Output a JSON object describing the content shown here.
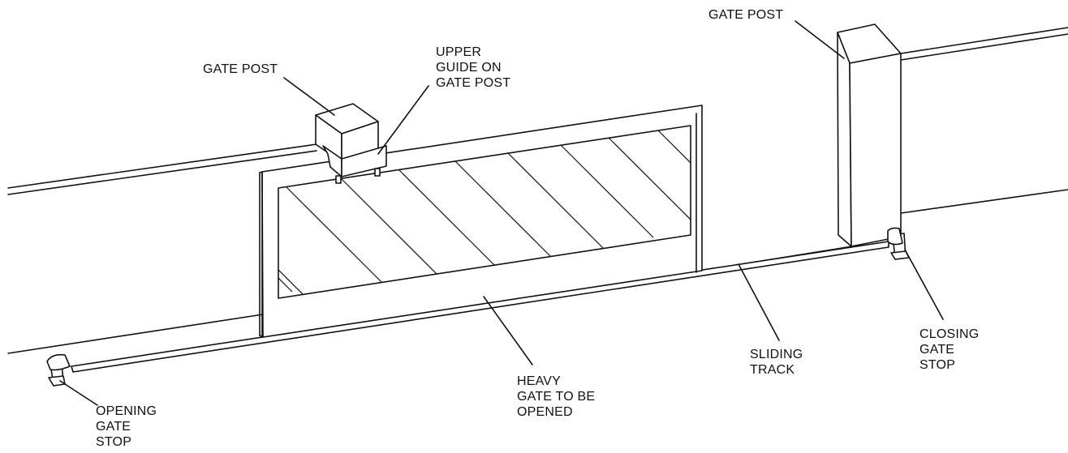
{
  "labels": {
    "gate_post_left": [
      "GATE POST"
    ],
    "upper_guide": [
      "UPPER",
      "GUIDE ON",
      "GATE POST"
    ],
    "gate_post_right": [
      "GATE POST"
    ],
    "heavy_gate": [
      "HEAVY",
      "GATE TO BE",
      "OPENED"
    ],
    "sliding_track": [
      "SLIDING",
      "TRACK"
    ],
    "closing_stop": [
      "CLOSING",
      "GATE",
      "STOP"
    ],
    "opening_stop": [
      "OPENING",
      "GATE",
      "STOP"
    ]
  }
}
